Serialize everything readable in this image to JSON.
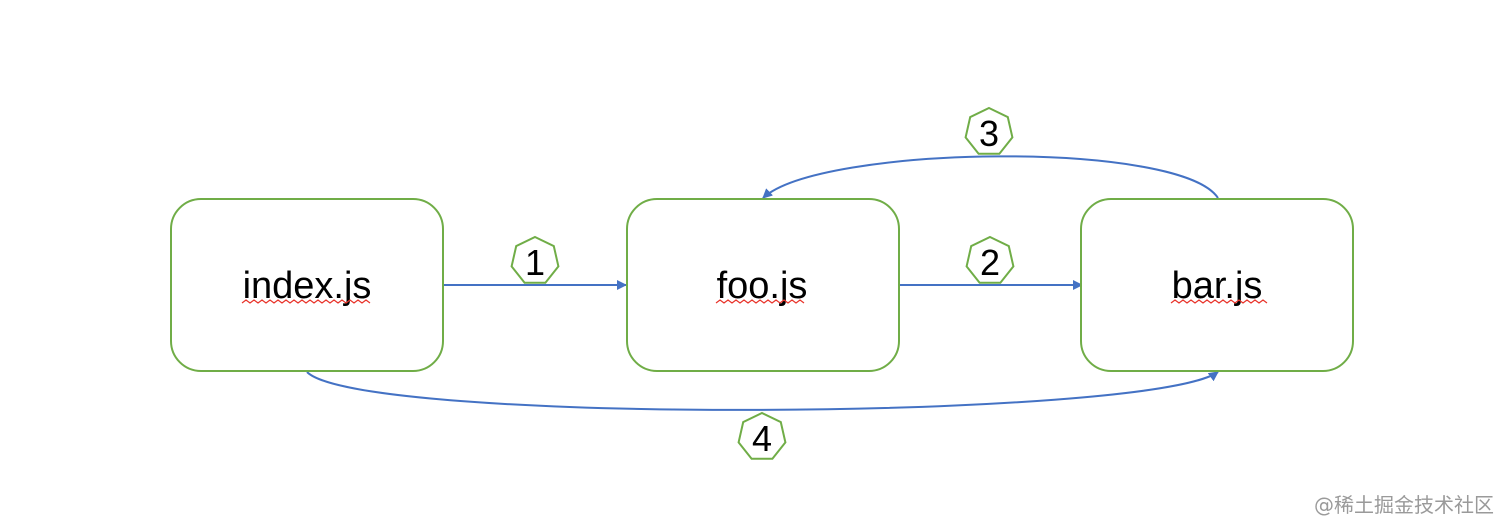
{
  "colors": {
    "node_border": "#70AD47",
    "arrow": "#4472C4",
    "spellcheck_underline": "#E8332A",
    "watermark": "#9A9A9A"
  },
  "nodes": {
    "index": {
      "label": "index.js"
    },
    "foo": {
      "label": "foo.js"
    },
    "bar": {
      "label": "bar.js"
    }
  },
  "edges": [
    {
      "from": "index.js",
      "to": "foo.js",
      "step": "1"
    },
    {
      "from": "foo.js",
      "to": "bar.js",
      "step": "2"
    },
    {
      "from": "bar.js",
      "to": "foo.js",
      "step": "3"
    },
    {
      "from": "index.js",
      "to": "bar.js",
      "step": "4"
    }
  ],
  "watermark": "@稀土掘金技术社区"
}
